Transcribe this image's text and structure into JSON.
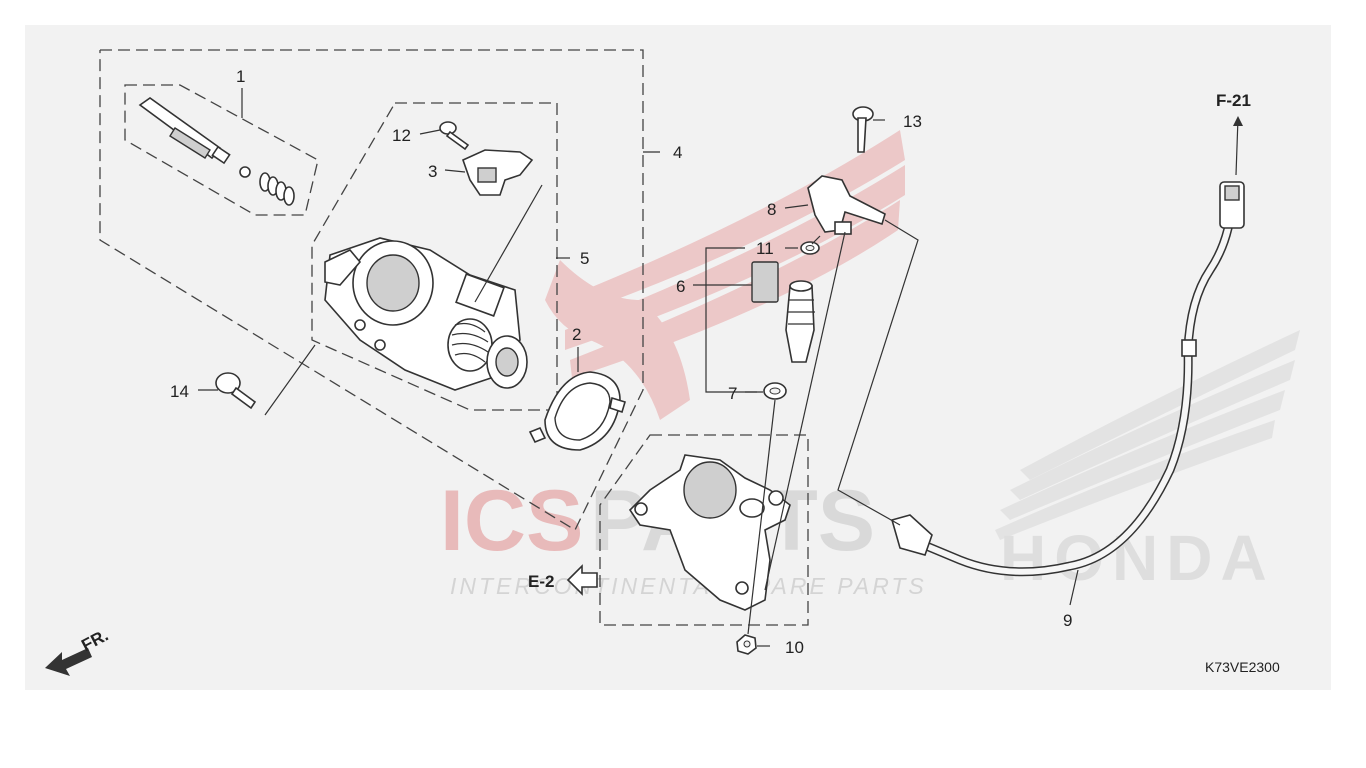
{
  "diagram": {
    "callouts": {
      "c1": "1",
      "c2": "2",
      "c3": "3",
      "c4": "4",
      "c5": "5",
      "c6": "6",
      "c7": "7",
      "c8": "8",
      "c9": "9",
      "c10": "10",
      "c11": "11",
      "c12": "12",
      "c13": "13",
      "c14": "14"
    },
    "references": {
      "e2": "E-2",
      "f21": "F-21",
      "fr": "FR."
    },
    "diagram_code": "K73VE2300"
  },
  "watermark": {
    "main_left": "ICS",
    "main_right": "PARTS",
    "tagline": "INTERCONTINENTAL SPARE PARTS",
    "brand": "HONDA"
  },
  "colors": {
    "background": "#f2f2f2",
    "line": "#333333",
    "watermark_red": "#e5a3a3",
    "watermark_gray": "#d3d3d3"
  }
}
